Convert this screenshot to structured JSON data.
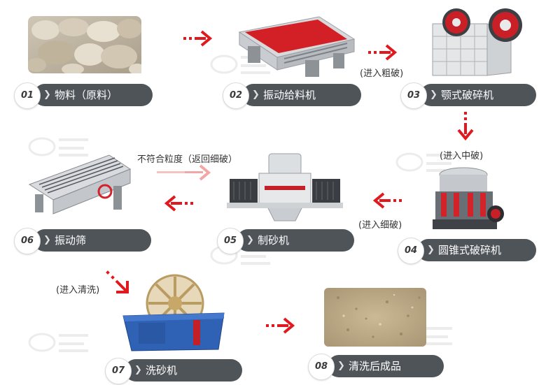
{
  "steps": [
    {
      "num": "01",
      "label": "物料（原料）"
    },
    {
      "num": "02",
      "label": "振动给料机"
    },
    {
      "num": "03",
      "label": "颚式破碎机"
    },
    {
      "num": "04",
      "label": "圆锥式破碎机"
    },
    {
      "num": "05",
      "label": "制砂机"
    },
    {
      "num": "06",
      "label": "振动筛"
    },
    {
      "num": "07",
      "label": "洗砂机"
    },
    {
      "num": "08",
      "label": "清洗后成品"
    }
  ],
  "notes": {
    "coarse": "(进入粗破)",
    "medium": "(进入中破)",
    "fine": "(进入细破)",
    "return": "不符合粒度（返回细破）",
    "wash": "(进入清洗)"
  },
  "colors": {
    "pill": "#4f5459",
    "arrow": "#e0191e",
    "arrow_faded": "#f2a7a7"
  }
}
